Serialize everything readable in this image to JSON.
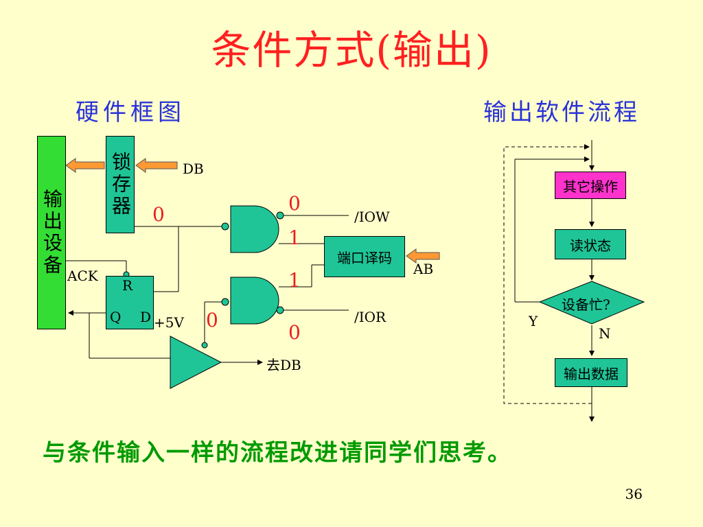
{
  "title": "条件方式(输出)",
  "left_heading": "硬件框图",
  "right_heading": "输出软件流程",
  "hardware": {
    "output_device": "输出设备",
    "latch": "锁存器",
    "db_in": "DB",
    "ack": "ACK",
    "ff_r": "R",
    "ff_q": "Q",
    "ff_d": "D",
    "plus5v": "+5V",
    "port_decoder": "端口译码",
    "ab": "AB",
    "iow": "/IOW",
    "ior": "/IOR",
    "to_db": "去DB",
    "bit_latch_out": "0",
    "bit_iow": "0",
    "bit_decoder_top": "1",
    "bit_decoder_bottom": "1",
    "bit_ior": "0",
    "bit_buffer_in": "0"
  },
  "flowchart": {
    "other_ops": "其它操作",
    "read_status": "读状态",
    "device_busy": "设备忙?",
    "yes": "Y",
    "no": "N",
    "output_data": "输出数据"
  },
  "bottom_note": "与条件输入一样的流程改进请同学们思考。",
  "page_number": "36",
  "colors": {
    "background": "#ffffcc",
    "title": "#ff2020",
    "heading": "#2a32d8",
    "device_green": "#33dd33",
    "teal": "#1fc596",
    "magenta": "#ff33cc",
    "arrow_orange": "#ff9933",
    "note_green": "#009a00"
  }
}
